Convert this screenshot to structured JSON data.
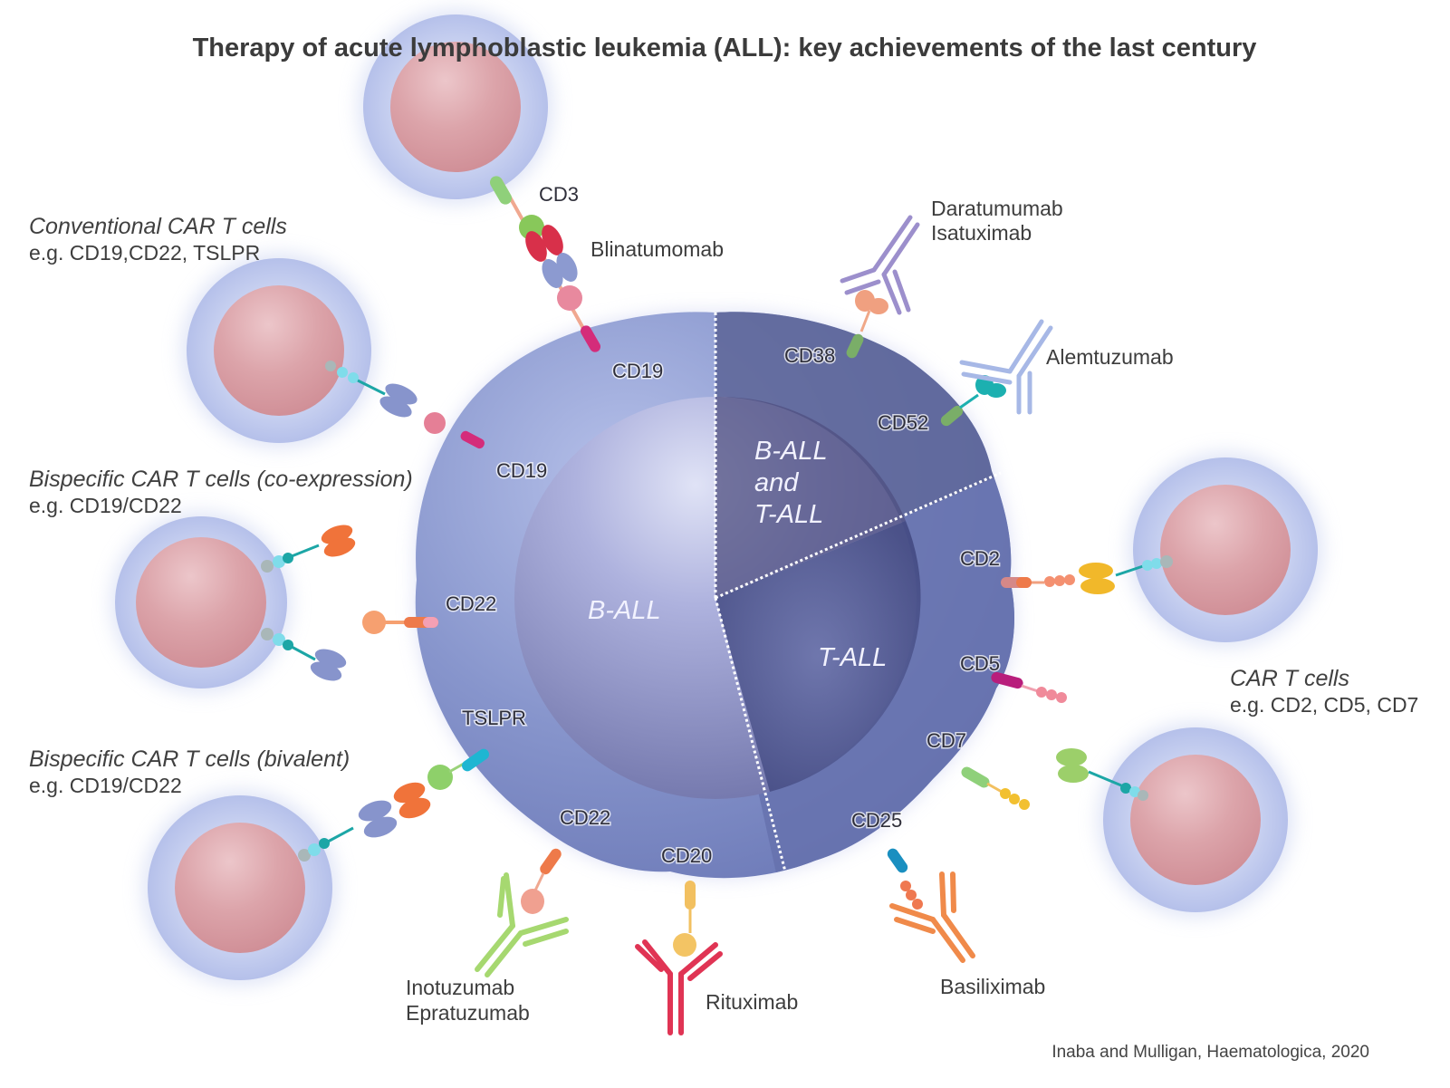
{
  "title": "Therapy of acute lymphoblastic leukemia (ALL): key achievements of the last century",
  "credit": "Inaba and Mulligan, Haematologica, 2020",
  "colors": {
    "cell_membrane": "#7b8ac4",
    "cell_membrane_dark": "#5a6399",
    "nucleus_b": "#a3a8d6",
    "nucleus_t": "#4e5590",
    "car_t_outer": "#c4cdef",
    "car_t_nucleus": "#d99aa0"
  },
  "regions": {
    "b_all": "B-ALL",
    "both_line1": "B-ALL",
    "both_line2": "and",
    "both_line3": "T-ALL",
    "t_all": "T-ALL"
  },
  "car_groups": {
    "conventional": {
      "heading": "Conventional CAR T cells",
      "examples": "e.g. CD19,CD22, TSLPR"
    },
    "coexpression": {
      "heading": "Bispecific CAR T cells (co-expression)",
      "examples": "e.g. CD19/CD22"
    },
    "bivalent": {
      "heading": "Bispecific CAR T cells (bivalent)",
      "examples": "e.g. CD19/CD22"
    },
    "t_cell_car": {
      "heading": "CAR T cells",
      "examples": "e.g. CD2, CD5, CD7"
    }
  },
  "markers": {
    "cd3": "CD3",
    "cd19_top": "CD19",
    "cd19_left": "CD19",
    "cd22_left": "CD22",
    "tslpr": "TSLPR",
    "cd22_bottom": "CD22",
    "cd20": "CD20",
    "cd38": "CD38",
    "cd52": "CD52",
    "cd2": "CD2",
    "cd5": "CD5",
    "cd7": "CD7",
    "cd25": "CD25"
  },
  "drugs": {
    "blinatumomab": "Blinatumomab",
    "daratumumab": "Daratumumab",
    "isatuximab": "Isatuximab",
    "alemtuzumab": "Alemtuzumab",
    "inotuzumab": "Inotuzumab",
    "epratuzumab": "Epratuzumab",
    "rituximab": "Rituximab",
    "basiliximab": "Basiliximab"
  }
}
